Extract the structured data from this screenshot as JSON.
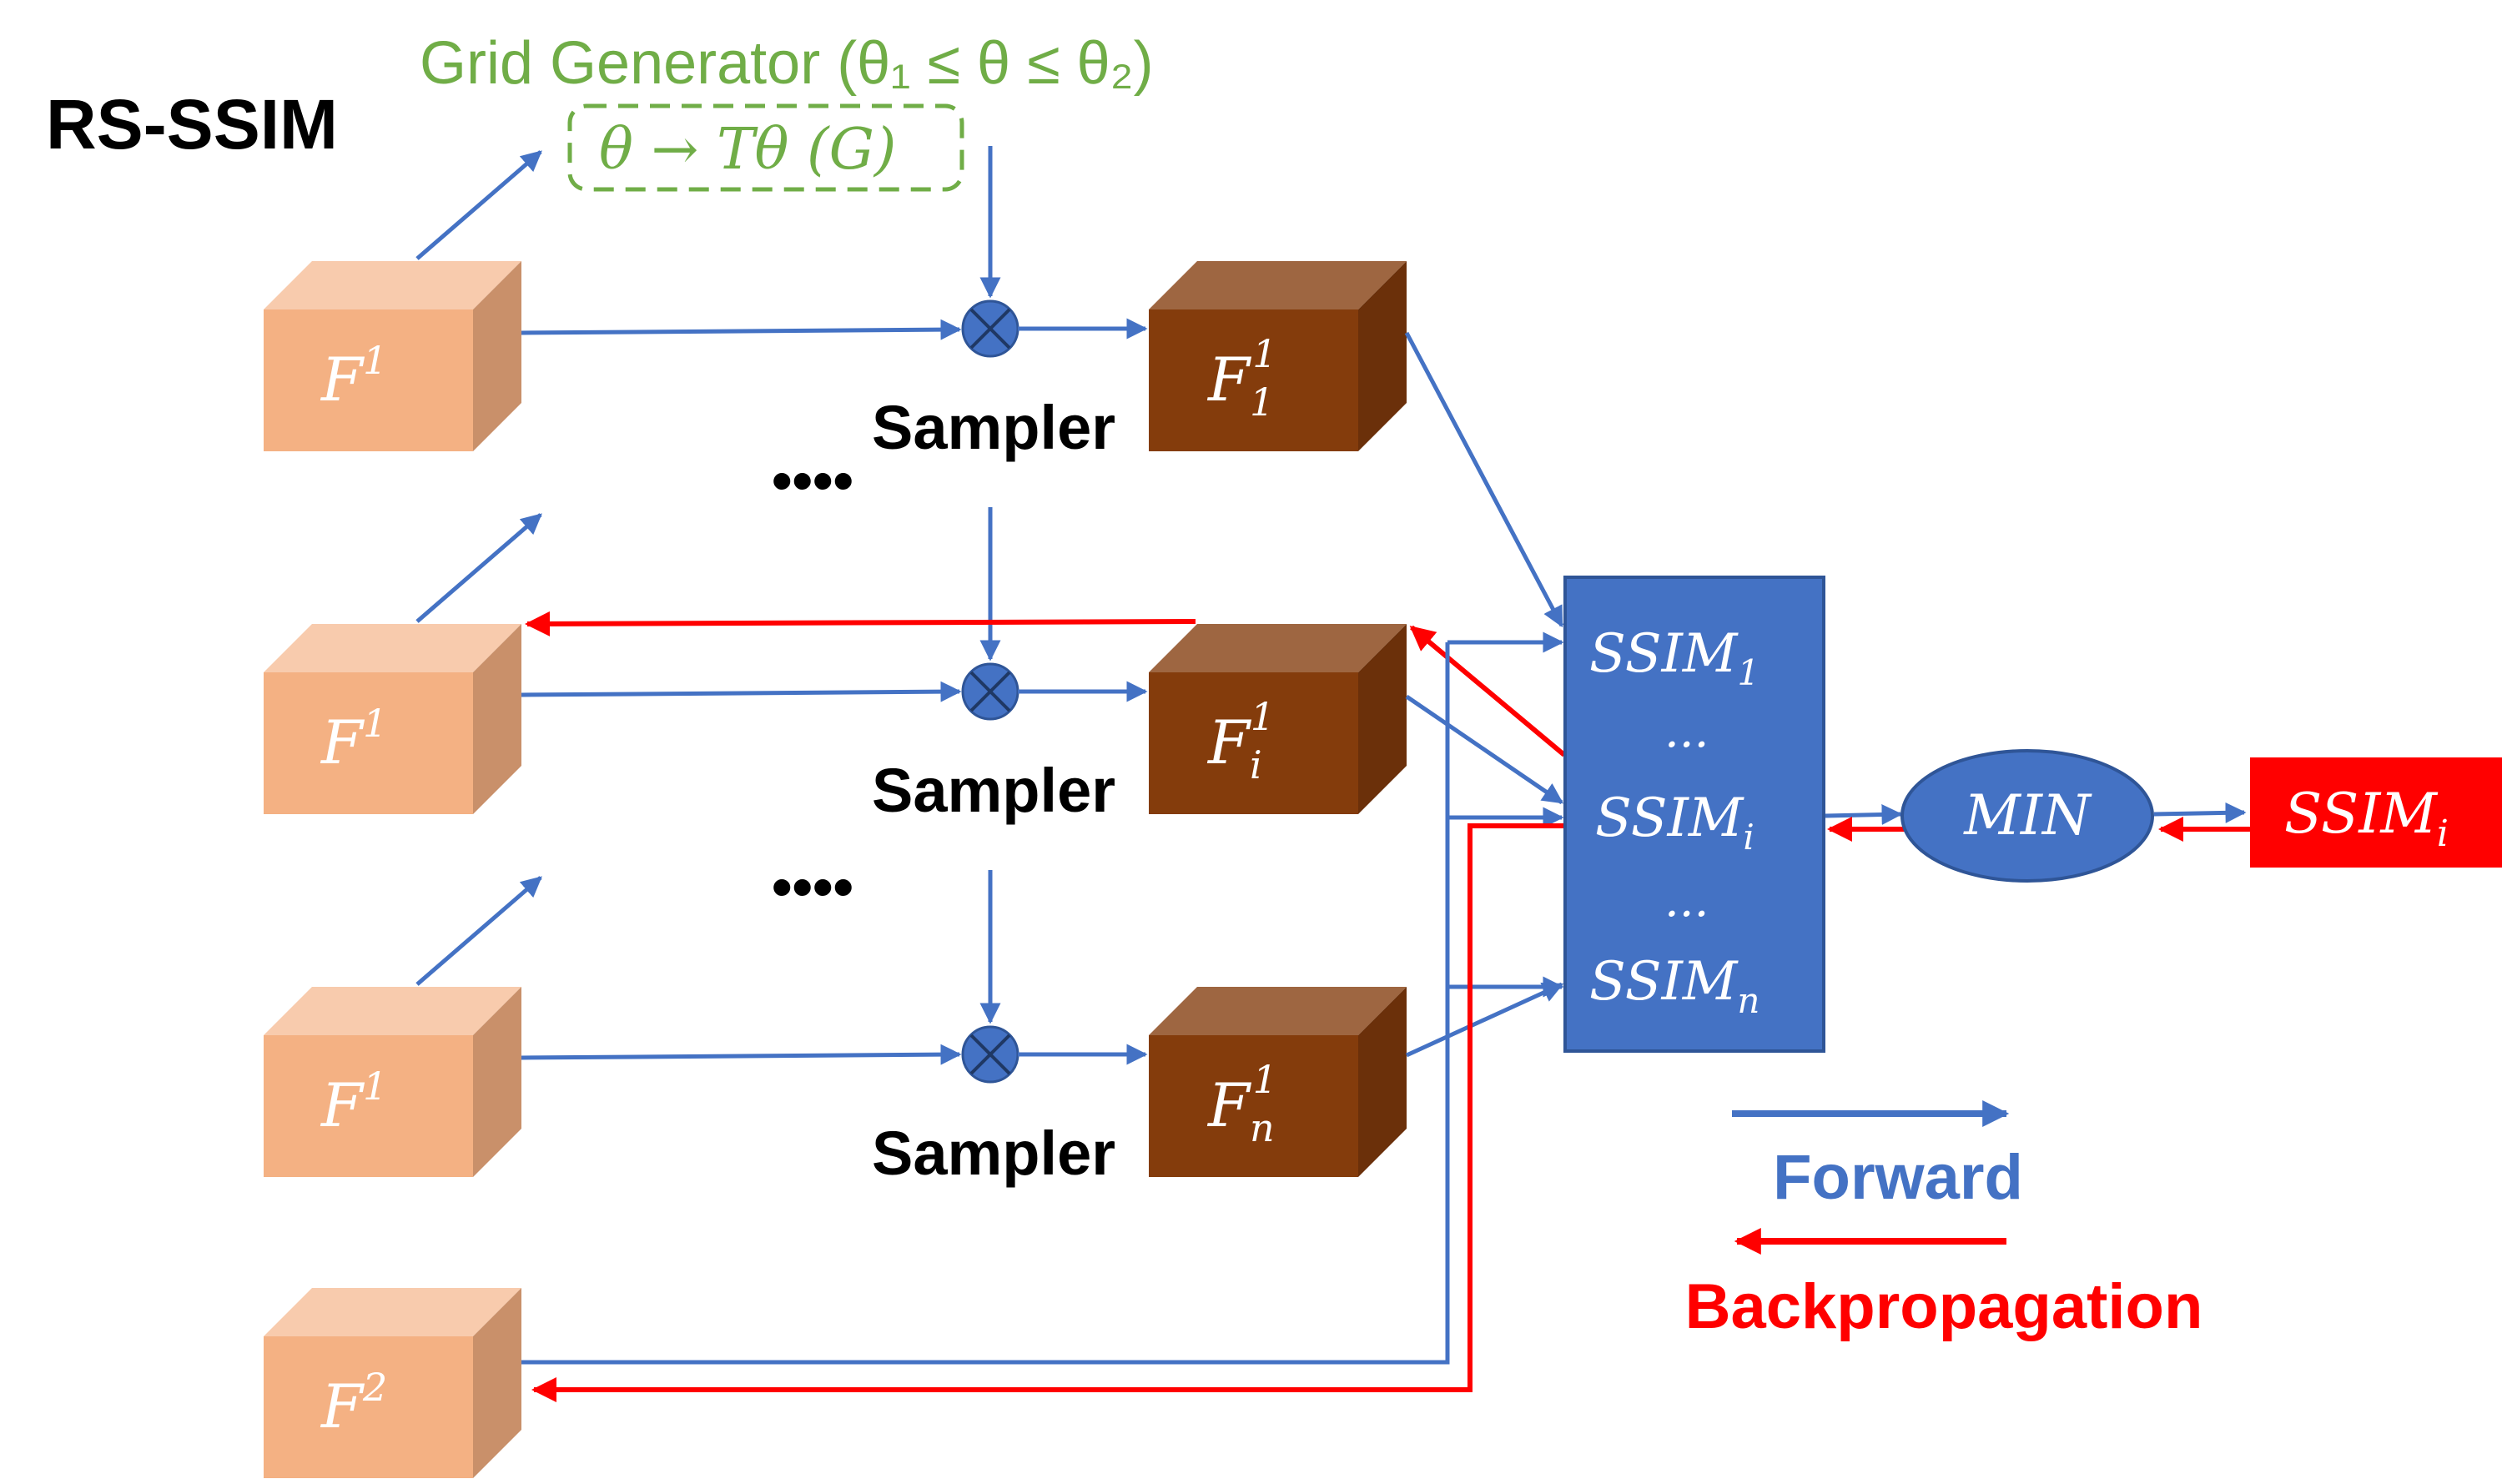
{
  "title": "RS-SSIM",
  "grid_generator": {
    "label": "Grid Generator (θ₁ ≤ θ ≤ θ₂)",
    "transform": "θ → Tθ (G)"
  },
  "input_box_label": "F",
  "input_box_sup": "1",
  "ref_box_label": "F",
  "ref_box_sup": "2",
  "sampler_label": "Sampler",
  "ellipsis": "••••",
  "outputs": [
    {
      "base": "F",
      "sub": "1",
      "sup": "1"
    },
    {
      "base": "F",
      "sub": "i",
      "sup": "1"
    },
    {
      "base": "F",
      "sub": "n",
      "sup": "1"
    }
  ],
  "ssim_block": {
    "lines": [
      {
        "base": "SSIM",
        "sub": "1"
      },
      {
        "base": "...",
        "sub": ""
      },
      {
        "base": "SSIM",
        "sub": "i"
      },
      {
        "base": "...",
        "sub": ""
      },
      {
        "base": "SSIM",
        "sub": "n"
      }
    ]
  },
  "min_label": "MIN",
  "result": {
    "base": "SSIM",
    "sub": "i"
  },
  "legend": {
    "forward": "Forward",
    "backprop": "Backpropagation"
  },
  "colors": {
    "blue": "#4472C4",
    "red": "#FF0000",
    "green": "#70AD47",
    "peach_front": "#F4B183",
    "peach_top": "#F8CBAD",
    "peach_side": "#C9906A",
    "brown_front": "#843C0C",
    "brown_top": "#9E6641",
    "brown_side": "#6B300A",
    "white": "#FFFFFF",
    "black": "#000000"
  }
}
